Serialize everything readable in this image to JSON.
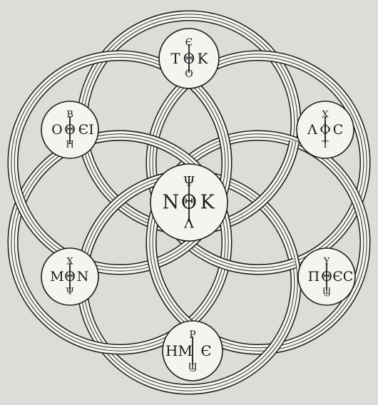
{
  "paper_color": "#dcdcd8",
  "ink_color": "#1c1c1c",
  "band_color": "#f4f4f0",
  "monograms": [
    {
      "id": "top",
      "top": "Є",
      "left": "T",
      "center": "Θ",
      "right": "K",
      "bottom": "O"
    },
    {
      "id": "upper-left",
      "top": "B",
      "left": "O",
      "center": "Θ",
      "right": "ЄI",
      "bottom": "Н"
    },
    {
      "id": "upper-right",
      "top": "X",
      "left": "Λ",
      "center": "Φ",
      "right": "C",
      "bottom": "T"
    },
    {
      "id": "center",
      "top": "Ψ",
      "left": "N",
      "center": "Θ",
      "right": "K",
      "bottom": "Λ"
    },
    {
      "id": "lower-left",
      "top": "X",
      "left": "M",
      "center": "Θ",
      "right": "N",
      "bottom": "Ψ"
    },
    {
      "id": "lower-right",
      "top": "Y",
      "left": "Π",
      "center": "Θ",
      "right": "ЄC",
      "bottom": "Ϣ"
    },
    {
      "id": "bottom",
      "top": "P",
      "left": "HM",
      "center": "",
      "right": "Є",
      "bottom": "Ϣ"
    }
  ]
}
